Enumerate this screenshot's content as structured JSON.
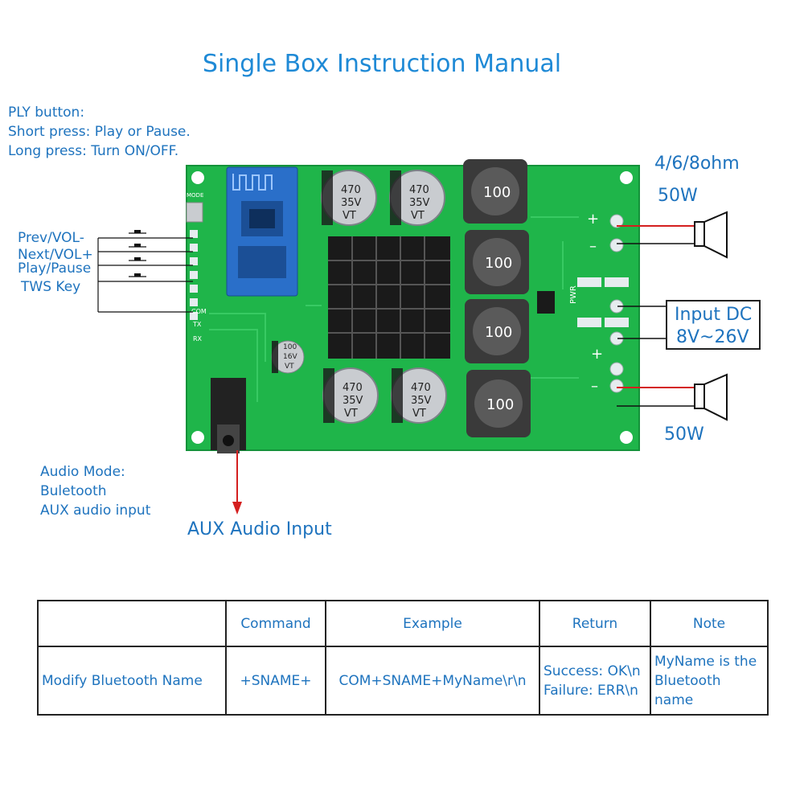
{
  "title": "Single Box Instruction Manual",
  "ply_note": {
    "heading": "PLY button:",
    "short_press": "Short press: Play or Pause.",
    "long_press": "Long press: Turn ON/OFF."
  },
  "keys": {
    "prev_vol": "Prev/VOL-",
    "next_vol": "Next/VOL+",
    "play_pause": "Play/Pause",
    "tws": "TWS Key"
  },
  "speaker": {
    "impedance": "4/6/8ohm",
    "power_top": "50W",
    "power_bottom": "50W"
  },
  "input_dc": {
    "label": "Input DC",
    "range": "8V~26V"
  },
  "audio_mode": {
    "heading": "Audio Mode:",
    "bluetooth": "Buletooth",
    "aux": "AUX audio input"
  },
  "aux_input_label": "AUX Audio Input",
  "board": {
    "cap_value": "470",
    "cap_voltage": "35V",
    "cap_brand": "VT",
    "small_cap_value": "100",
    "small_cap_voltage": "16V",
    "inductor_value": "100",
    "pin_com": "COM",
    "pin_tx": "TX",
    "pin_rx": "RX",
    "pwr_label": "PWR",
    "mode_label": "MODE"
  },
  "table": {
    "headers": [
      "",
      "Command",
      "Example",
      "Return",
      "Note"
    ],
    "row": {
      "function": "Modify Bluetooth Name",
      "command": "+SNAME+",
      "example": "COM+SNAME+MyName\\r\\n",
      "return_success": "Success: OK\\n",
      "return_failure": "Failure: ERR\\n",
      "note_line1": "MyName is the",
      "note_line2": "Bluetooth name"
    }
  },
  "colors": {
    "pcb": "#1fb54a",
    "heatsink": "#1a1a1a",
    "capacitor": "#c9ccd0",
    "inductor": "#3a3a3a",
    "bt_module": "#2a6fc9",
    "wire_red": "#d41f1f",
    "text_blue": "#1e73be"
  }
}
